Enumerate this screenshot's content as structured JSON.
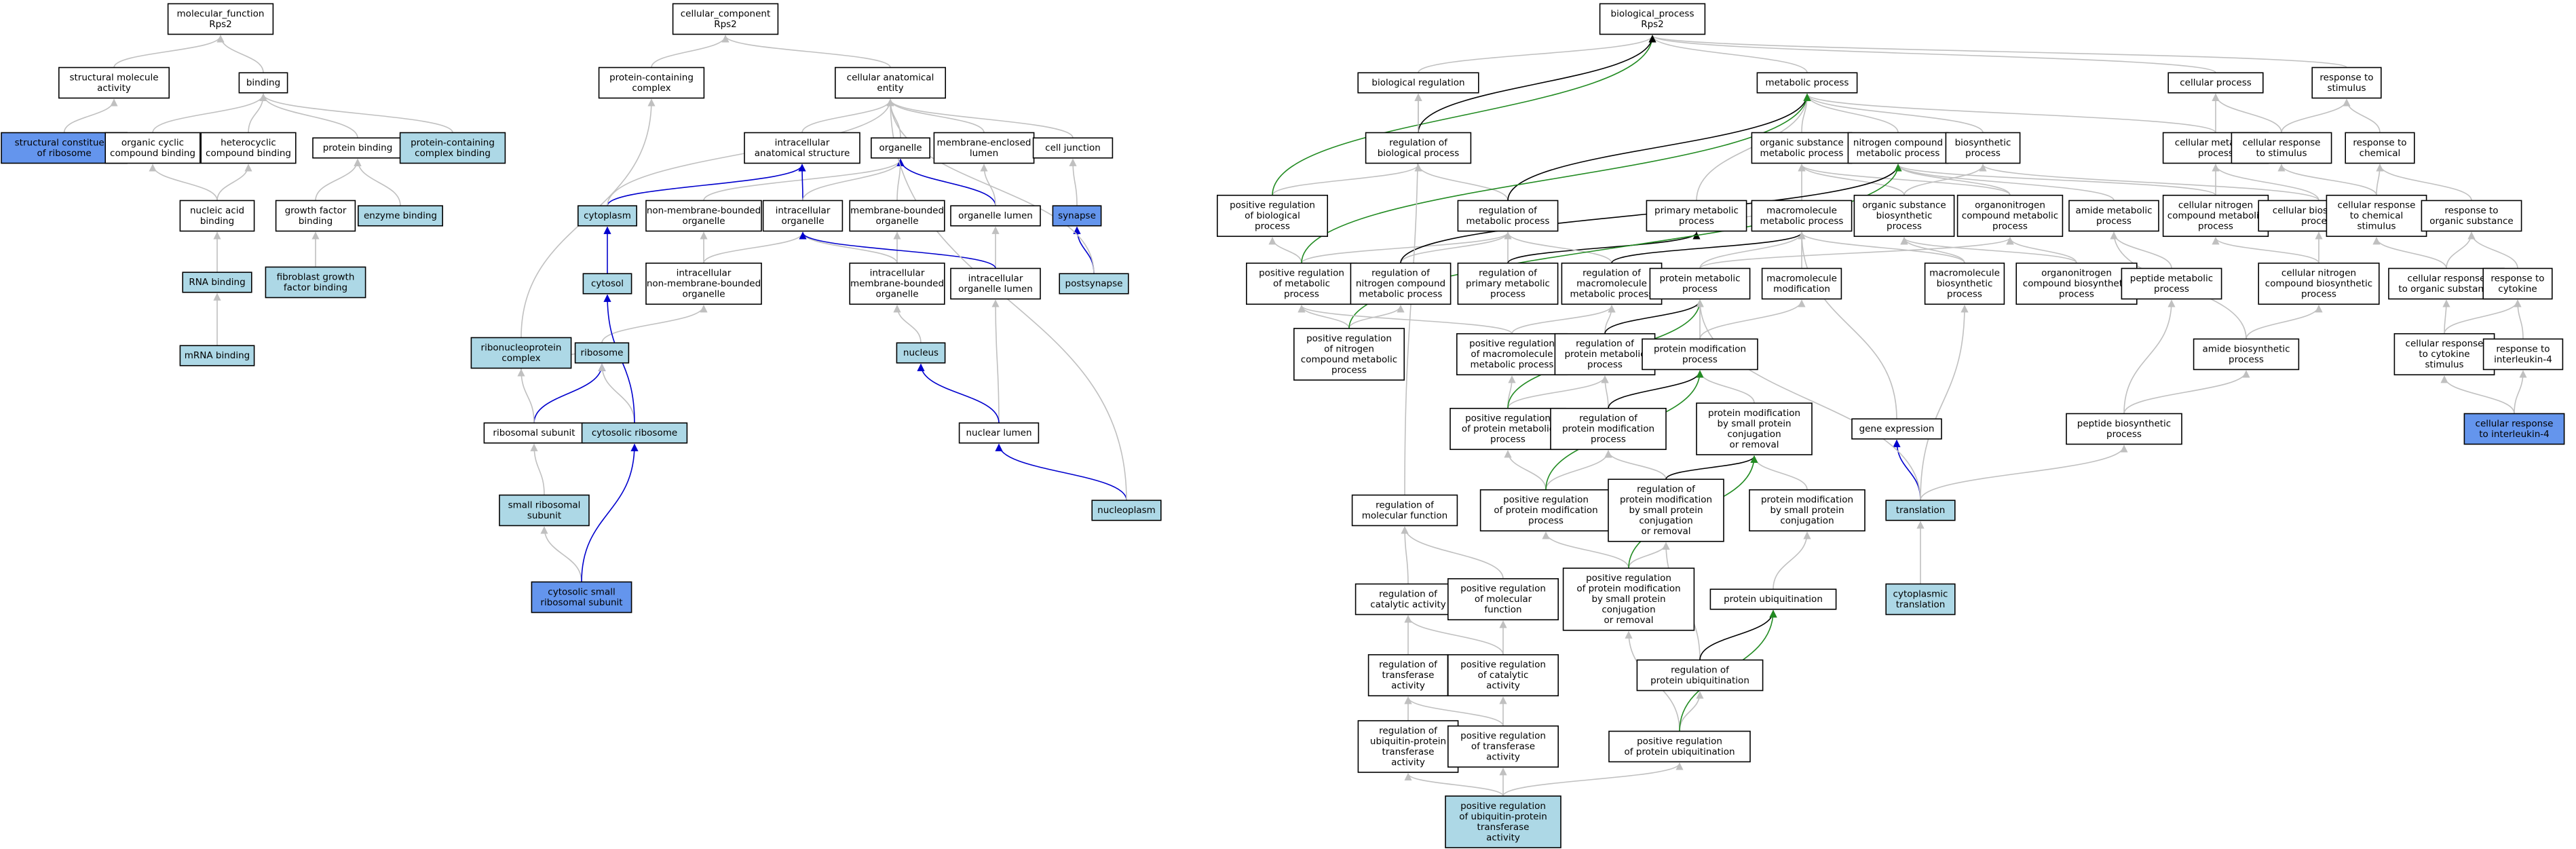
{
  "colors": {
    "plain": "#ffffff",
    "light": "#add8e6",
    "bright": "#6495ed",
    "edge_gray": "#c0c0c0",
    "edge_blue": "#0000cd",
    "edge_green": "#228b22",
    "edge_black": "#000000"
  },
  "nodes": {
    "mf": {
      "lines": [
        "molecular_function",
        "Rps2"
      ],
      "fill": "plain"
    },
    "sma": {
      "lines": [
        "structural molecule",
        "activity"
      ],
      "fill": "plain"
    },
    "binding": {
      "lines": [
        "binding"
      ],
      "fill": "plain"
    },
    "scr": {
      "lines": [
        "structural constituent",
        "of ribosome"
      ],
      "fill": "bright"
    },
    "occb": {
      "lines": [
        "organic cyclic",
        "compound binding"
      ],
      "fill": "plain"
    },
    "hccb": {
      "lines": [
        "heterocyclic",
        "compound binding"
      ],
      "fill": "plain"
    },
    "protb": {
      "lines": [
        "protein binding"
      ],
      "fill": "plain"
    },
    "pccb": {
      "lines": [
        "protein-containing",
        "complex binding"
      ],
      "fill": "light"
    },
    "nab": {
      "lines": [
        "nucleic acid",
        "binding"
      ],
      "fill": "plain"
    },
    "gfb": {
      "lines": [
        "growth factor",
        "binding"
      ],
      "fill": "plain"
    },
    "enzb": {
      "lines": [
        "enzyme binding"
      ],
      "fill": "light"
    },
    "rnab": {
      "lines": [
        "RNA binding"
      ],
      "fill": "light"
    },
    "fgfb": {
      "lines": [
        "fibroblast growth",
        "factor binding"
      ],
      "fill": "light"
    },
    "mrnab": {
      "lines": [
        "mRNA binding"
      ],
      "fill": "light"
    },
    "cc": {
      "lines": [
        "cellular_component",
        "Rps2"
      ],
      "fill": "plain"
    },
    "pcc": {
      "lines": [
        "protein-containing",
        "complex"
      ],
      "fill": "plain"
    },
    "cae": {
      "lines": [
        "cellular anatomical",
        "entity"
      ],
      "fill": "plain"
    },
    "ias": {
      "lines": [
        "intracellular",
        "anatomical structure"
      ],
      "fill": "plain"
    },
    "organelle": {
      "lines": [
        "organelle"
      ],
      "fill": "plain"
    },
    "mel": {
      "lines": [
        "membrane-enclosed",
        "lumen"
      ],
      "fill": "plain"
    },
    "cj": {
      "lines": [
        "cell junction"
      ],
      "fill": "plain"
    },
    "cytoplasm": {
      "lines": [
        "cytoplasm"
      ],
      "fill": "light"
    },
    "nmbo": {
      "lines": [
        "non-membrane-bounded",
        "organelle"
      ],
      "fill": "plain"
    },
    "io": {
      "lines": [
        "intracellular",
        "organelle"
      ],
      "fill": "plain"
    },
    "mbo": {
      "lines": [
        "membrane-bounded",
        "organelle"
      ],
      "fill": "plain"
    },
    "ol": {
      "lines": [
        "organelle lumen"
      ],
      "fill": "plain"
    },
    "synapse": {
      "lines": [
        "synapse"
      ],
      "fill": "bright"
    },
    "cytosol": {
      "lines": [
        "cytosol"
      ],
      "fill": "light"
    },
    "inmbo": {
      "lines": [
        "intracellular",
        "non-membrane-bounded",
        "organelle"
      ],
      "fill": "plain"
    },
    "imbo": {
      "lines": [
        "intracellular",
        "membrane-bounded",
        "organelle"
      ],
      "fill": "plain"
    },
    "iol": {
      "lines": [
        "intracellular",
        "organelle lumen"
      ],
      "fill": "plain"
    },
    "postsynapse": {
      "lines": [
        "postsynapse"
      ],
      "fill": "light"
    },
    "rnpc": {
      "lines": [
        "ribonucleoprotein",
        "complex"
      ],
      "fill": "light"
    },
    "ribosome": {
      "lines": [
        "ribosome"
      ],
      "fill": "light"
    },
    "nucleus": {
      "lines": [
        "nucleus"
      ],
      "fill": "light"
    },
    "rsu": {
      "lines": [
        "ribosomal subunit"
      ],
      "fill": "plain"
    },
    "cytrib": {
      "lines": [
        "cytosolic ribosome"
      ],
      "fill": "light"
    },
    "nl": {
      "lines": [
        "nuclear lumen"
      ],
      "fill": "plain"
    },
    "srsu": {
      "lines": [
        "small ribosomal",
        "subunit"
      ],
      "fill": "light"
    },
    "np": {
      "lines": [
        "nucleoplasm"
      ],
      "fill": "light"
    },
    "csrsu": {
      "lines": [
        "cytosolic small",
        "ribosomal subunit"
      ],
      "fill": "bright"
    },
    "bp": {
      "lines": [
        "biological_process",
        "Rps2"
      ],
      "fill": "plain"
    },
    "breg": {
      "lines": [
        "biological regulation"
      ],
      "fill": "plain"
    },
    "metp": {
      "lines": [
        "metabolic process"
      ],
      "fill": "plain"
    },
    "cellp": {
      "lines": [
        "cellular process"
      ],
      "fill": "plain"
    },
    "rts": {
      "lines": [
        "response to",
        "stimulus"
      ],
      "fill": "plain"
    },
    "rbp": {
      "lines": [
        "regulation of",
        "biological process"
      ],
      "fill": "plain"
    },
    "osmp": {
      "lines": [
        "organic substance",
        "metabolic process"
      ],
      "fill": "plain"
    },
    "ncmp": {
      "lines": [
        "nitrogen compound",
        "metabolic process"
      ],
      "fill": "plain"
    },
    "biosp": {
      "lines": [
        "biosynthetic",
        "process"
      ],
      "fill": "plain"
    },
    "cmp": {
      "lines": [
        "cellular metabolic",
        "process"
      ],
      "fill": "plain"
    },
    "crs": {
      "lines": [
        "cellular response",
        "to stimulus"
      ],
      "fill": "plain"
    },
    "rtc": {
      "lines": [
        "response to",
        "chemical"
      ],
      "fill": "plain"
    },
    "prbp": {
      "lines": [
        "positive regulation",
        "of biological",
        "process"
      ],
      "fill": "plain"
    },
    "rmp": {
      "lines": [
        "regulation of",
        "metabolic process"
      ],
      "fill": "plain"
    },
    "pmp": {
      "lines": [
        "primary metabolic",
        "process"
      ],
      "fill": "plain"
    },
    "mmp": {
      "lines": [
        "macromolecule",
        "metabolic process"
      ],
      "fill": "plain"
    },
    "osbp": {
      "lines": [
        "organic substance",
        "biosynthetic",
        "process"
      ],
      "fill": "plain"
    },
    "oncmp": {
      "lines": [
        "organonitrogen",
        "compound metabolic",
        "process"
      ],
      "fill": "plain"
    },
    "amp": {
      "lines": [
        "amide metabolic",
        "process"
      ],
      "fill": "plain"
    },
    "cncmp": {
      "lines": [
        "cellular nitrogen",
        "compound metabolic",
        "process"
      ],
      "fill": "plain"
    },
    "cbp": {
      "lines": [
        "cellular biosynthetic",
        "process"
      ],
      "fill": "plain"
    },
    "crtc": {
      "lines": [
        "cellular response",
        "to chemical",
        "stimulus"
      ],
      "fill": "plain"
    },
    "rtos": {
      "lines": [
        "response to",
        "organic substance"
      ],
      "fill": "plain"
    },
    "prmp": {
      "lines": [
        "positive regulation",
        "of metabolic",
        "process"
      ],
      "fill": "plain"
    },
    "rncmp": {
      "lines": [
        "regulation of",
        "nitrogen compound",
        "metabolic process"
      ],
      "fill": "plain"
    },
    "rpmp": {
      "lines": [
        "regulation of",
        "primary metabolic",
        "process"
      ],
      "fill": "plain"
    },
    "rmmp": {
      "lines": [
        "regulation of",
        "macromolecule",
        "metabolic process"
      ],
      "fill": "plain"
    },
    "protmp": {
      "lines": [
        "protein metabolic",
        "process"
      ],
      "fill": "plain"
    },
    "macmod": {
      "lines": [
        "macromolecule",
        "modification"
      ],
      "fill": "plain"
    },
    "macbp": {
      "lines": [
        "macromolecule",
        "biosynthetic",
        "process"
      ],
      "fill": "plain"
    },
    "oncbp": {
      "lines": [
        "organonitrogen",
        "compound biosynthetic",
        "process"
      ],
      "fill": "plain"
    },
    "pepmp": {
      "lines": [
        "peptide metabolic",
        "process"
      ],
      "fill": "plain"
    },
    "cncbp": {
      "lines": [
        "cellular nitrogen",
        "compound biosynthetic",
        "process"
      ],
      "fill": "plain"
    },
    "crtos": {
      "lines": [
        "cellular response",
        "to organic substance"
      ],
      "fill": "plain"
    },
    "rtcyt": {
      "lines": [
        "response to",
        "cytokine"
      ],
      "fill": "plain"
    },
    "prncmp": {
      "lines": [
        "positive regulation",
        "of nitrogen",
        "compound metabolic",
        "process"
      ],
      "fill": "plain"
    },
    "prmmp": {
      "lines": [
        "positive regulation",
        "of macromolecule",
        "metabolic process"
      ],
      "fill": "plain"
    },
    "rprotmp": {
      "lines": [
        "regulation of",
        "protein metabolic",
        "process"
      ],
      "fill": "plain"
    },
    "pmodp": {
      "lines": [
        "protein modification",
        "process"
      ],
      "fill": "plain"
    },
    "abp": {
      "lines": [
        "amide biosynthetic",
        "process"
      ],
      "fill": "plain"
    },
    "crtcyt": {
      "lines": [
        "cellular response",
        "to cytokine",
        "stimulus"
      ],
      "fill": "plain"
    },
    "rtil4": {
      "lines": [
        "response to",
        "interleukin-4"
      ],
      "fill": "plain"
    },
    "prprotmp": {
      "lines": [
        "positive regulation",
        "of protein metabolic",
        "process"
      ],
      "fill": "plain"
    },
    "rpmodp": {
      "lines": [
        "regulation of",
        "protein modification",
        "process"
      ],
      "fill": "plain"
    },
    "pmsp": {
      "lines": [
        "protein modification",
        "by small protein",
        "conjugation",
        "or removal"
      ],
      "fill": "plain"
    },
    "geneexp": {
      "lines": [
        "gene expression"
      ],
      "fill": "plain"
    },
    "pepbp": {
      "lines": [
        "peptide biosynthetic",
        "process"
      ],
      "fill": "plain"
    },
    "crtil4": {
      "lines": [
        "cellular response",
        "to interleukin-4"
      ],
      "fill": "bright"
    },
    "rmf": {
      "lines": [
        "regulation of",
        "molecular function"
      ],
      "fill": "plain"
    },
    "prpmodp": {
      "lines": [
        "positive regulation",
        "of protein modification",
        "process"
      ],
      "fill": "plain"
    },
    "rpmsp": {
      "lines": [
        "regulation of",
        "protein modification",
        "by small protein",
        "conjugation",
        "or removal"
      ],
      "fill": "plain"
    },
    "pbspc": {
      "lines": [
        "protein modification",
        "by small protein",
        "conjugation"
      ],
      "fill": "plain"
    },
    "translation": {
      "lines": [
        "translation"
      ],
      "fill": "light"
    },
    "rca": {
      "lines": [
        "regulation of",
        "catalytic activity"
      ],
      "fill": "plain"
    },
    "prmf": {
      "lines": [
        "positive regulation",
        "of molecular",
        "function"
      ],
      "fill": "plain"
    },
    "prpmsp": {
      "lines": [
        "positive regulation",
        "of protein modification",
        "by small protein",
        "conjugation",
        "or removal"
      ],
      "fill": "plain"
    },
    "pubiq": {
      "lines": [
        "protein ubiquitination"
      ],
      "fill": "plain"
    },
    "cyttrans": {
      "lines": [
        "cytoplasmic",
        "translation"
      ],
      "fill": "light"
    },
    "rta": {
      "lines": [
        "regulation of",
        "transferase",
        "activity"
      ],
      "fill": "plain"
    },
    "prca": {
      "lines": [
        "positive regulation",
        "of catalytic",
        "activity"
      ],
      "fill": "plain"
    },
    "rpubiq": {
      "lines": [
        "regulation of",
        "protein ubiquitination"
      ],
      "fill": "plain"
    },
    "ruta": {
      "lines": [
        "regulation of",
        "ubiquitin-protein",
        "transferase",
        "activity"
      ],
      "fill": "plain"
    },
    "prta": {
      "lines": [
        "positive regulation",
        "of transferase",
        "activity"
      ],
      "fill": "plain"
    },
    "prpubiq": {
      "lines": [
        "positive regulation",
        "of protein ubiquitination"
      ],
      "fill": "plain"
    },
    "pruta": {
      "lines": [
        "positive regulation",
        "of ubiquitin-protein",
        "transferase",
        "activity"
      ],
      "fill": "light"
    }
  }
}
